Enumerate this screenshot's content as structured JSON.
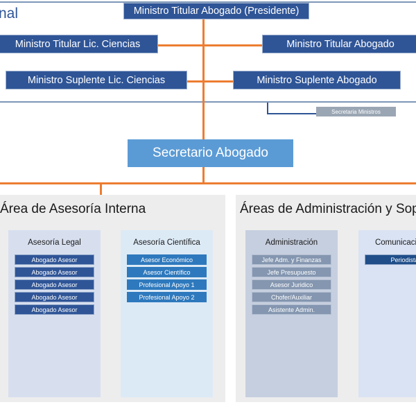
{
  "page": {
    "title_fragment": "nal"
  },
  "top_chart": {
    "president": "Ministro Titular Abogado (Presidente)",
    "titular_ciencias": "Ministro Titular Lic. Ciencias",
    "titular_abogado": "Ministro Titular Abogado",
    "suplente_ciencias": "Ministro Suplente Lic. Ciencias",
    "suplente_abogado": "Ministro Suplente Abogado",
    "secretaria_ministros": "Secretaria Ministros",
    "secretario_abogado": "Secretario Abogado"
  },
  "colors": {
    "dark_blue": "#2F5597",
    "medium_blue": "#5B9BD5",
    "accent_orange": "#ED7D31",
    "gray_box": "#9BA6B4",
    "panel_gray": "#EDEDED",
    "rule_blue": "#7C96B8"
  },
  "panels": [
    {
      "id": "asesoria-interna",
      "title": "Área de Asesoría Interna",
      "cards": [
        {
          "id": "asesoria-legal",
          "title": "Asesoría Legal",
          "chips": [
            "Abogado Asesor",
            "Abogado Asesor",
            "Abogado Asesor",
            "Abogado Asesor",
            "Abogado Asesor"
          ]
        },
        {
          "id": "asesoria-cientifica",
          "title": "Asesoría Científica",
          "chips": [
            "Asesor Económico",
            "Asesor Científico",
            "Profesional Apoyo 1",
            "Profesional Apoyo 2"
          ]
        }
      ]
    },
    {
      "id": "administracion-soporte",
      "title": "Áreas de Administración y Sopo",
      "cards": [
        {
          "id": "administracion",
          "title": "Administración",
          "chips": [
            "Jefe Adm. y Finanzas",
            "Jefe Presupuesto",
            "Asesor Juridico",
            "Chofer/Auxiliar",
            "Asistente Admin."
          ]
        },
        {
          "id": "comunicaciones",
          "title": "Comunicaciones",
          "chips": [
            "Periodista"
          ]
        }
      ]
    }
  ]
}
